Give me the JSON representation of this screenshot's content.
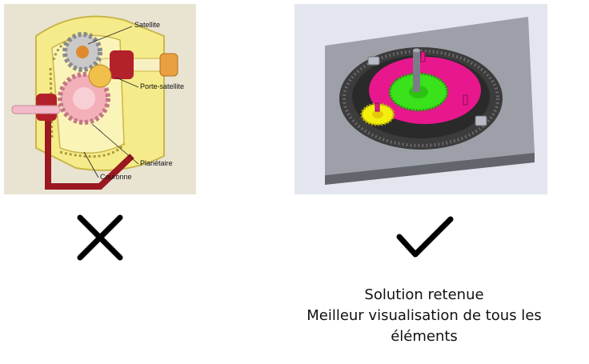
{
  "left_figure": {
    "labels": {
      "satellite": "Satellite",
      "porte_satellite": "Porte-satellite",
      "planetaire": "Planétaire",
      "couronne": "Couronne"
    },
    "verdict_icon": "cross-icon"
  },
  "right_figure": {
    "verdict_icon": "checkmark-icon",
    "colors": {
      "ring_gear": "#3c3c3c",
      "carrier_disc": "#e8178e",
      "sun_gear": "#39e21a",
      "planet_gear": "#f2ef0e",
      "base_plate": "#7d8087"
    }
  },
  "caption": {
    "line1": "Solution retenue",
    "line2": "Meilleur visualisation de tous les",
    "line3": "éléments"
  }
}
